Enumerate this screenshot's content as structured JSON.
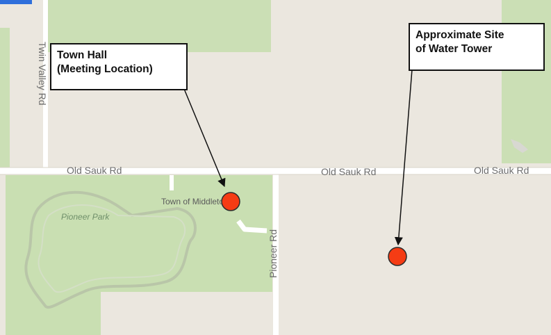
{
  "colors": {
    "land": "#ebe7df",
    "park": "#c9dfb2",
    "road": "#ffffff",
    "marker": "#f53c14",
    "edge_blue": "#2f6fdb"
  },
  "roads": {
    "old_sauk_1": "Old Sauk Rd",
    "old_sauk_2": "Old Sauk Rd",
    "old_sauk_3": "Old Sauk Rd",
    "twin_valley": "Twin Valley Rd",
    "pioneer": "Pioneer Rd"
  },
  "places": {
    "town": "Town of Middleton",
    "park": "Pioneer Park"
  },
  "callouts": {
    "town_hall": {
      "line1": "Town Hall",
      "line2": "(Meeting Location)"
    },
    "water_tower": {
      "line1": "Approximate Site",
      "line2": "of Water Tower"
    }
  }
}
